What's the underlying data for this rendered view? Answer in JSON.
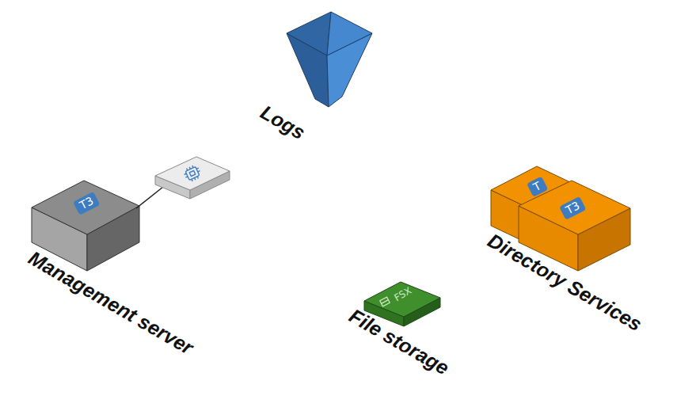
{
  "diagram": {
    "nodes": [
      {
        "text": [
          "Logs"
        ]
      },
      {
        "text": [
          "Management server"
        ]
      },
      {
        "text": [
          "Directory Services"
        ]
      },
      {
        "text": [
          "File storage"
        ]
      }
    ],
    "labels": [
      "T3",
      "T",
      "T3",
      "FSX"
    ]
  }
}
